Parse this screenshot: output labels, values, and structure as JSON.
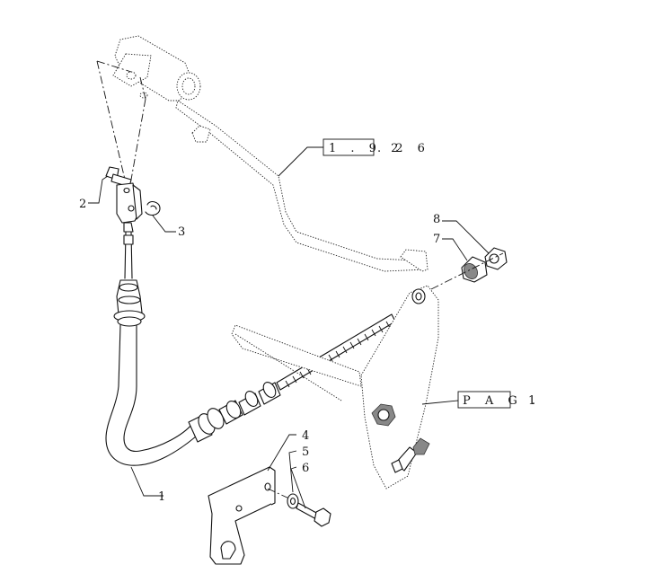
{
  "ref_boxes": {
    "ref_1": {
      "boxed": "1 . 9 2",
      "suffix": ". 2 6"
    },
    "ref_2": {
      "boxed": "P A G .",
      "suffix": "1"
    }
  },
  "callouts": {
    "c1": "1",
    "c2": "2",
    "c3": "3",
    "c4": "4",
    "c5": "5",
    "c6": "6",
    "c7": "7",
    "c8": "8"
  }
}
